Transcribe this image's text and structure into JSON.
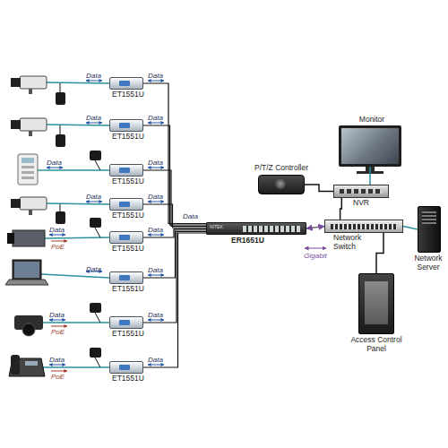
{
  "diagram": {
    "nodes": [
      {
        "text": [
          "ET1551U"
        ]
      },
      {
        "text": [
          "ET1551U"
        ]
      },
      {
        "text": [
          "ET1551U"
        ]
      },
      {
        "text": [
          "ET1551U"
        ]
      },
      {
        "text": [
          "ET1551U"
        ]
      },
      {
        "text": [
          "ET1551U"
        ]
      },
      {
        "text": [
          "ET1551U"
        ]
      },
      {
        "text": [
          "ET1551U"
        ]
      },
      {
        "text": [
          "ER1651U"
        ]
      },
      {
        "text": [
          "P/T/Z Controller"
        ]
      },
      {
        "text": [
          "Monitor"
        ]
      },
      {
        "text": [
          "NVR"
        ]
      },
      {
        "text": [
          "Network Switch"
        ]
      },
      {
        "text": [
          "Network Server"
        ]
      },
      {
        "text": [
          "Access Control Panel"
        ]
      }
    ],
    "edges": [
      {
        "from": 0,
        "to": 8,
        "label": "Data",
        "arrow": "none"
      },
      {
        "from": 1,
        "to": 8,
        "label": "Data",
        "arrow": "none"
      },
      {
        "from": 2,
        "to": 8,
        "label": "Data",
        "arrow": "none"
      },
      {
        "from": 3,
        "to": 8,
        "label": "Data",
        "arrow": "none"
      },
      {
        "from": 4,
        "to": 8,
        "label": "Data",
        "arrow": "none"
      },
      {
        "from": 5,
        "to": 8,
        "label": "Data",
        "arrow": "none"
      },
      {
        "from": 6,
        "to": 8,
        "label": "Data",
        "arrow": "none"
      },
      {
        "from": 7,
        "to": 8,
        "label": "Data",
        "arrow": "none"
      },
      {
        "from": 8,
        "to": 12,
        "label": "Gigabit",
        "arrow": "both"
      },
      {
        "from": 10,
        "to": 11,
        "arrow": "none"
      },
      {
        "from": 9,
        "to": 11,
        "arrow": "none"
      },
      {
        "from": 11,
        "to": 12,
        "arrow": "none"
      },
      {
        "from": 12,
        "to": 13,
        "arrow": "none"
      },
      {
        "from": 12,
        "to": 14,
        "arrow": "none"
      }
    ],
    "labels": [
      "Data",
      "Data",
      "Data",
      "Data",
      "Data",
      "PoE",
      "Data",
      "Data",
      "PoE",
      "Data",
      "PoE",
      "Data",
      "NITEK"
    ]
  }
}
